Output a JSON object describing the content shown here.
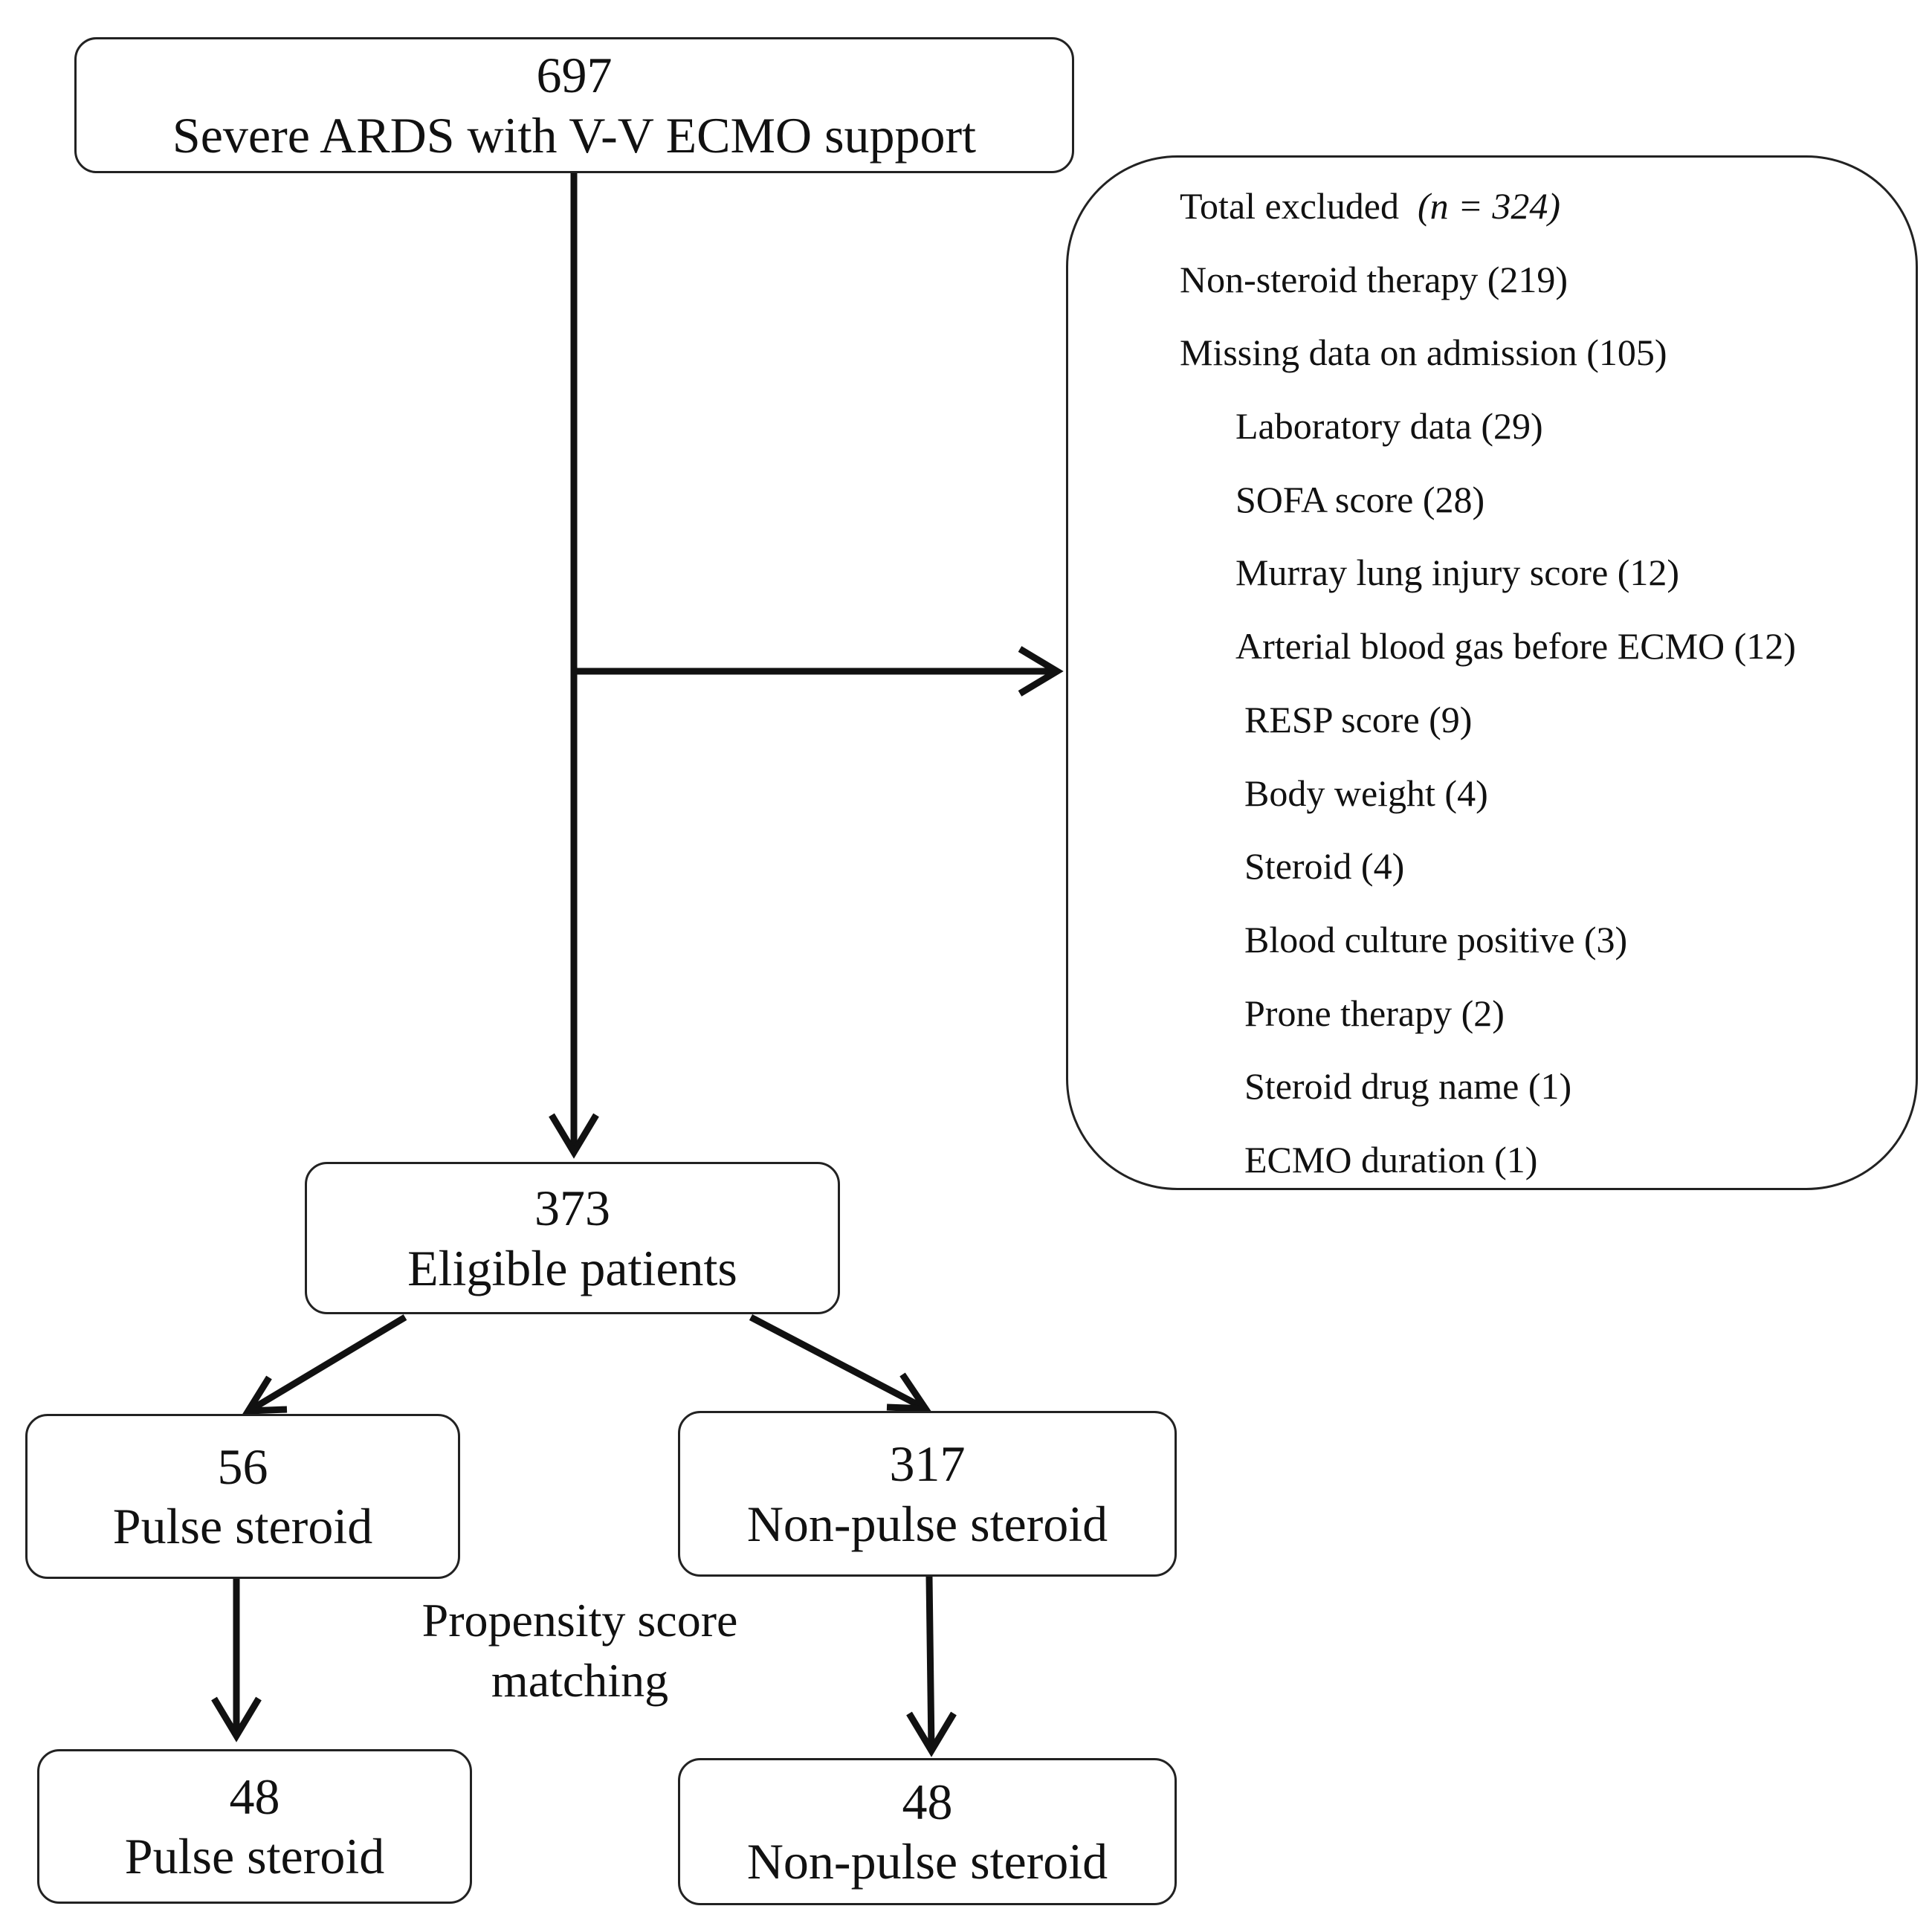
{
  "flowchart": {
    "top": {
      "count": "697",
      "label": "Severe ARDS with V-V ECMO support"
    },
    "excluded": {
      "title": "Total excluded",
      "title_n": "(n = 324)",
      "items": [
        {
          "text": "Non-steroid therapy (219)",
          "level": 0
        },
        {
          "text": "Missing data on admission (105)",
          "level": 0
        },
        {
          "text": "Laboratory data (29)",
          "level": 1
        },
        {
          "text": "SOFA score (28)",
          "level": 1
        },
        {
          "text": "Murray lung injury score (12)",
          "level": 1
        },
        {
          "text": "Arterial blood gas before ECMO (12)",
          "level": 1
        },
        {
          "text": "RESP score (9)",
          "level": 2
        },
        {
          "text": "Body weight (4)",
          "level": 2
        },
        {
          "text": "Steroid (4)",
          "level": 2
        },
        {
          "text": "Blood culture positive (3)",
          "level": 2
        },
        {
          "text": "Prone therapy (2)",
          "level": 2
        },
        {
          "text": "Steroid drug name (1)",
          "level": 2
        },
        {
          "text": "ECMO duration (1)",
          "level": 2
        }
      ]
    },
    "eligible": {
      "count": "373",
      "label": "Eligible patients"
    },
    "pulse": {
      "count": "56",
      "label": "Pulse steroid"
    },
    "nonpulse": {
      "count": "317",
      "label": "Non-pulse steroid"
    },
    "matching": {
      "line1": "Propensity score",
      "line2": "matching"
    },
    "pulse_matched": {
      "count": "48",
      "label": "Pulse steroid"
    },
    "nonpulse_matched": {
      "count": "48",
      "label": "Non-pulse steroid"
    }
  },
  "colors": {
    "line": "#111111",
    "box_border": "#222222",
    "background": "#ffffff"
  }
}
